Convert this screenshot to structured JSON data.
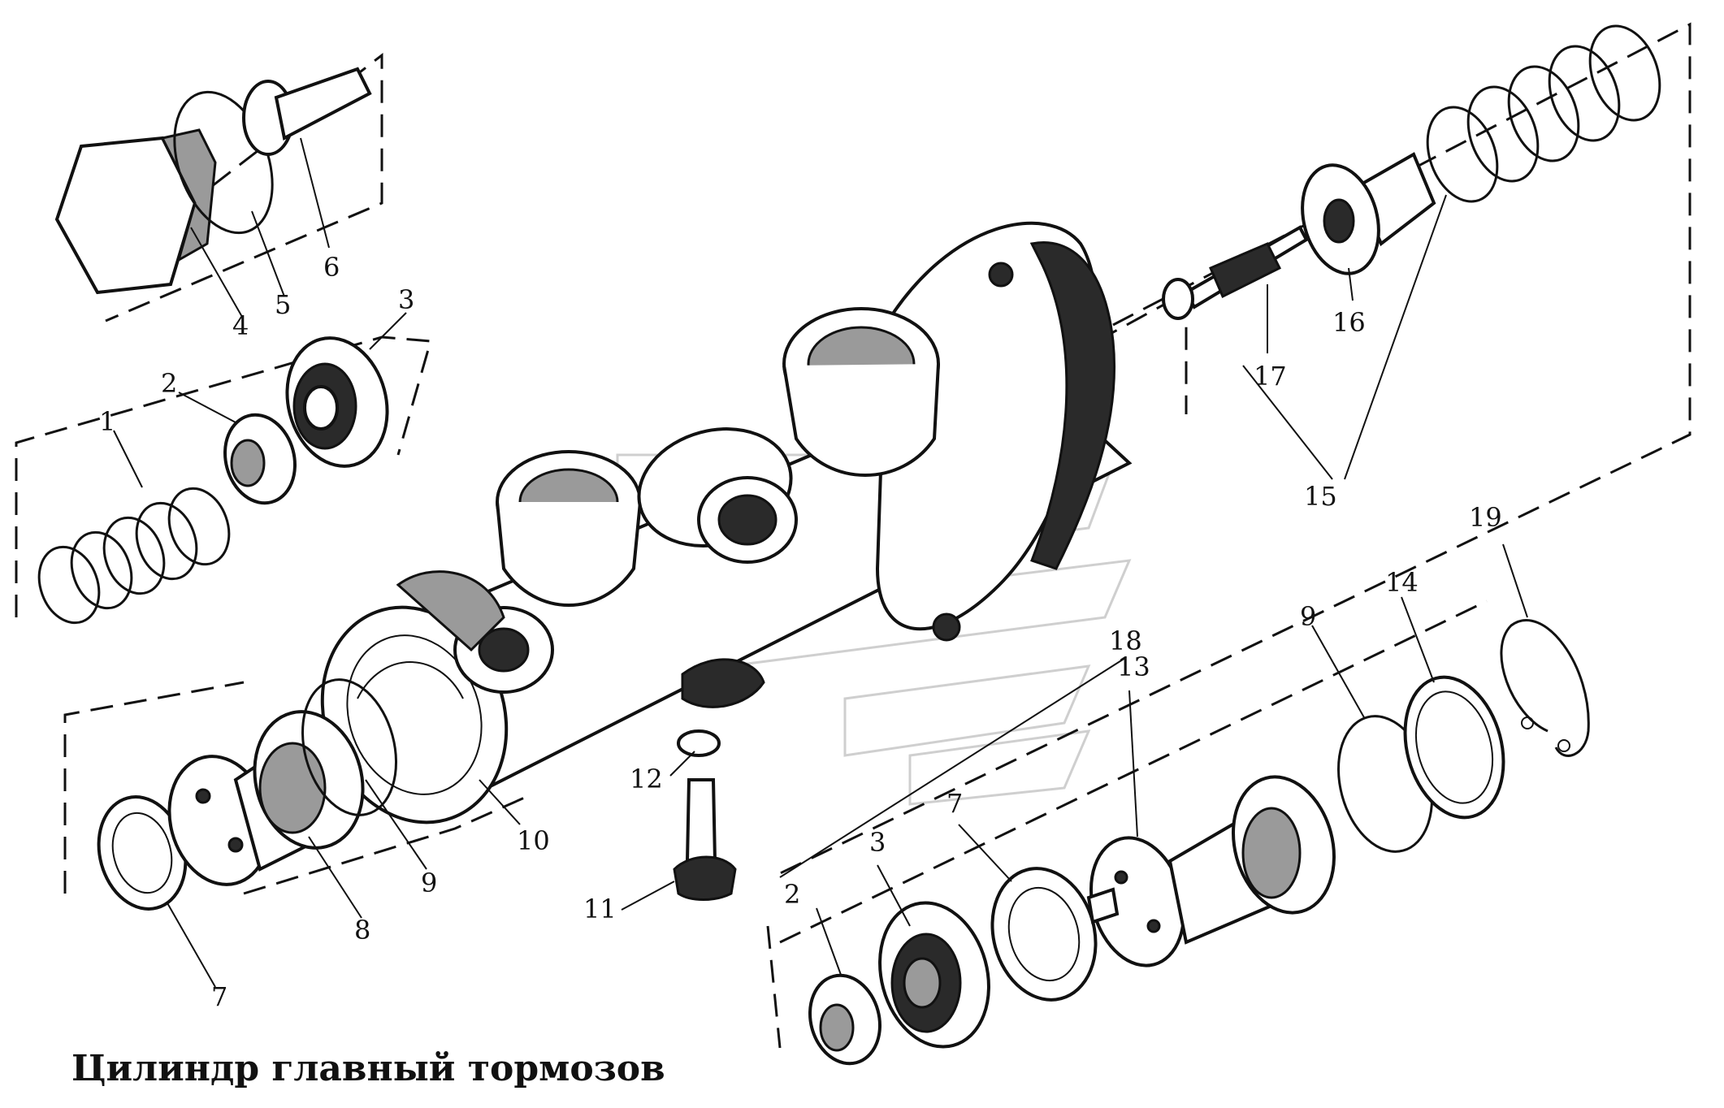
{
  "title": "Цилиндр главный тормозов",
  "labels": {
    "l1": "1",
    "l2a": "2",
    "l2b": "2",
    "l3a": "3",
    "l3b": "3",
    "l4": "4",
    "l5": "5",
    "l6": "6",
    "l7a": "7",
    "l7b": "7",
    "l8": "8",
    "l9a": "9",
    "l9b": "9",
    "l10": "10",
    "l11": "11",
    "l12": "12",
    "l13": "13",
    "l14": "14",
    "l15": "15",
    "l16": "16",
    "l17": "17",
    "l18": "18",
    "l19": "19"
  }
}
